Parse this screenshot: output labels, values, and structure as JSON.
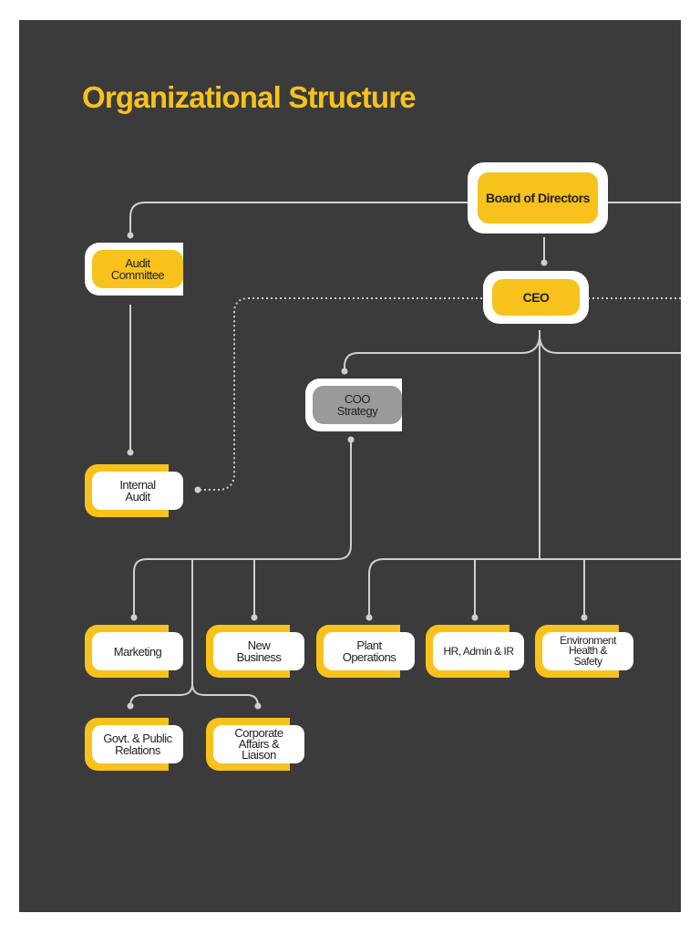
{
  "title": "Organizational Structure",
  "colors": {
    "background": "#3b3b3b",
    "accent": "#f7c21c",
    "node_fill": "#ffffff",
    "connector": "#cfcfcf",
    "coo_fill": "#9a9a9a"
  },
  "nodes": {
    "board": "Board of Directors",
    "ceo": "CEO",
    "audit_committee": "Audit\nCommittee",
    "internal_audit": "Internal\nAudit",
    "coo": "COO\nStrategy",
    "marketing": "Marketing",
    "new_business": "New\nBusiness",
    "plant_operations": "Plant\nOperations",
    "hr": "HR, Admin & IR",
    "ehs": "Environment\nHealth &\nSafety",
    "govt": "Govt. & Public\nRelations",
    "corporate": "Corporate\nAffairs &\nLiaison"
  }
}
